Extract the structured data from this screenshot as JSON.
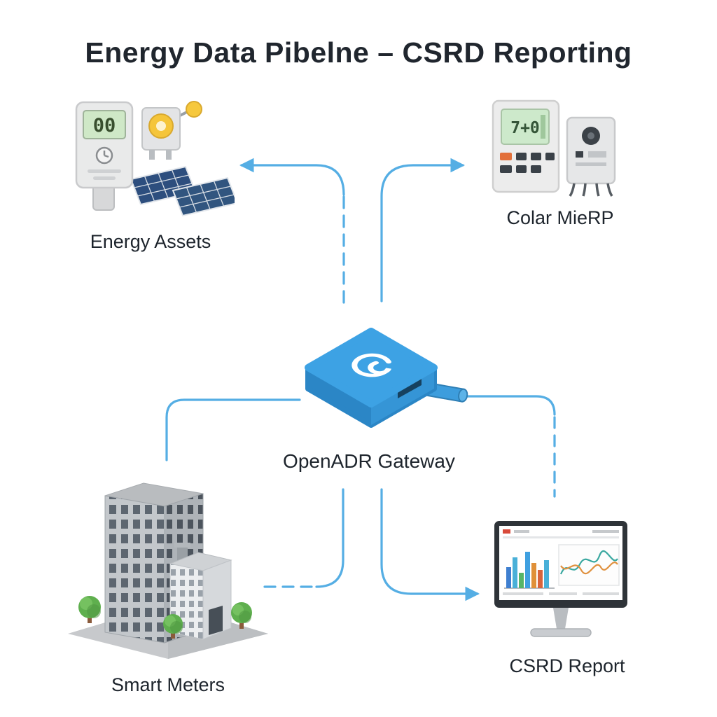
{
  "diagram": {
    "title": "Energy Data Pibelne – CSRD Reporting",
    "nodes": {
      "energy_assets": {
        "label": "Energy Assets",
        "meter_display": "00"
      },
      "solar_erp": {
        "label": "Colar MieRP",
        "display": "7+0"
      },
      "gateway": {
        "label": "OpenADR Gateway"
      },
      "smart_meters": {
        "label": "Smart Meters"
      },
      "csrd_report": {
        "label": "CSRD Report"
      }
    },
    "colors": {
      "arrow": "#55aee4",
      "gateway_top": "#3da2e4",
      "gateway_front_left": "#2b86c6",
      "gateway_front_right": "#3595d6",
      "lcd_green": "#cfe8c7",
      "title_text": "#20262e"
    }
  }
}
